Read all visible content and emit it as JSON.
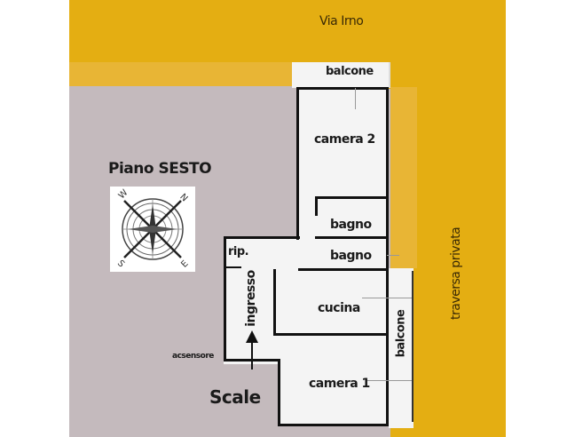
{
  "plan": {
    "floor_title": "Piano SESTO",
    "streets": {
      "top": "Via Irno",
      "right": "traversa privata"
    },
    "rooms": [
      {
        "id": "balcone-top",
        "label": "balcone"
      },
      {
        "id": "camera-2",
        "label": "camera 2"
      },
      {
        "id": "bagno-1",
        "label": "bagno"
      },
      {
        "id": "bagno-2",
        "label": "bagno"
      },
      {
        "id": "ripostiglio",
        "label": "rip."
      },
      {
        "id": "ingresso",
        "label": "ingresso"
      },
      {
        "id": "cucina",
        "label": "cucina"
      },
      {
        "id": "balcone-right",
        "label": "balcone"
      },
      {
        "id": "camera-1",
        "label": "camera 1"
      }
    ],
    "annotations": {
      "elevator": "acsensore",
      "stairs": "Scale"
    },
    "compass": {
      "n": "N",
      "e": "E",
      "s": "S",
      "w": "W"
    },
    "colors": {
      "road": "#e4ae12",
      "road_light": "#e8b535",
      "outside": "#c4babd",
      "interior": "#f4f4f4",
      "wall": "#111111"
    }
  }
}
